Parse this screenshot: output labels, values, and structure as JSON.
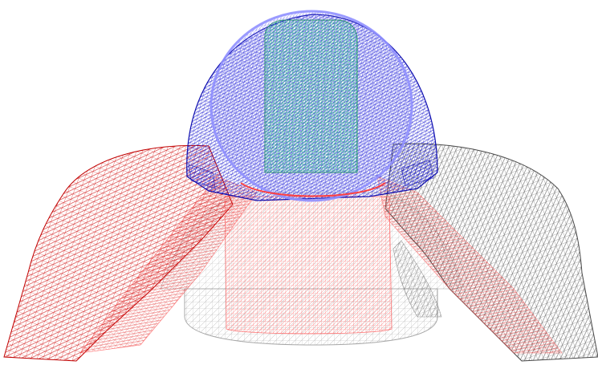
{
  "scene": {
    "background": "#ffffff",
    "parts": [
      {
        "id": "outer-shell",
        "color": "#b8b8b8",
        "rendering": "wireframe"
      },
      {
        "id": "left-port",
        "color": "#d01010",
        "rendering": "wireframe"
      },
      {
        "id": "right-port",
        "color": "#6a6a6a",
        "rendering": "wireframe"
      },
      {
        "id": "central-cylinder",
        "color": "#ff8080",
        "rendering": "wireframe"
      },
      {
        "id": "dome",
        "color": "#1a1ad0",
        "rendering": "wireframe"
      },
      {
        "id": "dome-inner",
        "color": "#8080ff",
        "rendering": "wireframe"
      },
      {
        "id": "core",
        "color": "#30d090",
        "rendering": "wireframe"
      }
    ]
  }
}
